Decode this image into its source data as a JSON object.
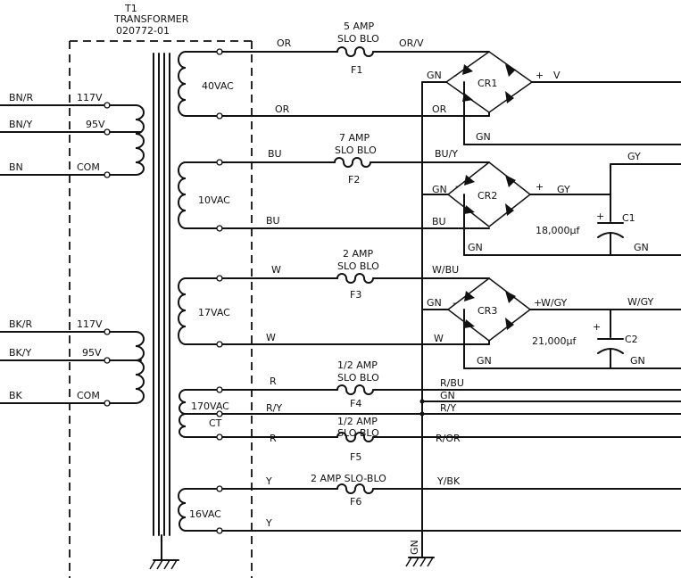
{
  "transformer": {
    "designator": "T1",
    "name": "TRANSFORMER",
    "part_number": "020772-01"
  },
  "primary_top": {
    "wires": [
      "BN/R",
      "BN/Y",
      "BN"
    ],
    "taps": [
      "117V",
      "95V",
      "COM"
    ]
  },
  "primary_bottom": {
    "wires": [
      "BK/R",
      "BK/Y",
      "BK"
    ],
    "taps": [
      "117V",
      "95V",
      "COM"
    ]
  },
  "secondaries": {
    "s1": "40VAC",
    "s2": "10VAC",
    "s3": "17VAC",
    "s4": "170VAC",
    "s4_ct": "CT",
    "s5": "16VAC"
  },
  "fuses": {
    "f1": {
      "rating": "5 AMP",
      "type": "SLO BLO",
      "label": "F1"
    },
    "f2": {
      "rating": "7 AMP",
      "type": "SLO BLO",
      "label": "F2"
    },
    "f3": {
      "rating": "2 AMP",
      "type": "SLO BLO",
      "label": "F3"
    },
    "f4": {
      "rating": "1/2 AMP",
      "type": "SLO BLO",
      "label": "F4"
    },
    "f5": {
      "rating": "1/2 AMP",
      "type": "SLO BLO",
      "label": "F5"
    },
    "f6": {
      "rating": "2 AMP SLO-BLO",
      "label": "F6"
    }
  },
  "wire_labels": {
    "or_1": "OR",
    "or_v": "OR/V",
    "or_2": "OR",
    "bu_1": "BU",
    "bu_y": "BU/Y",
    "bu_2": "BU",
    "w_1": "W",
    "w_bu": "W/BU",
    "w_2": "W",
    "r": "R",
    "r_bu": "R/BU",
    "gn_mid": "GN",
    "r_y_left": "R/Y",
    "r_y_right": "R/Y",
    "r_2": "R",
    "r_or": "R/OR",
    "y_1": "Y",
    "y_bk": "Y/BK",
    "y_2": "Y",
    "gn_vertical": "GN"
  },
  "rectifiers": {
    "cr1": {
      "label": "CR1",
      "minus": "GN",
      "minus_sign": "-",
      "plus_sign": "+",
      "plus_out": "V",
      "gn_in": "OR",
      "gn_out": "GN"
    },
    "cr2": {
      "label": "CR2",
      "minus": "GN",
      "minus_sign": "-",
      "plus_sign": "+",
      "plus_out": "GY",
      "gn_in": "BU",
      "gn_out": "GN"
    },
    "cr3": {
      "label": "CR3",
      "minus": "GN",
      "minus_sign": "-",
      "plus_sign": "+",
      "plus_out": "W/GY",
      "gn_in": "W",
      "gn_out": "GN"
    }
  },
  "capacitors": {
    "c1": {
      "label": "C1",
      "value": "18,000µf",
      "plus": "+",
      "top": "GY",
      "bottom": "GN"
    },
    "c2": {
      "label": "C2",
      "value": "21,000µf",
      "plus": "+",
      "top": "W/GY",
      "bottom": "GN"
    }
  }
}
